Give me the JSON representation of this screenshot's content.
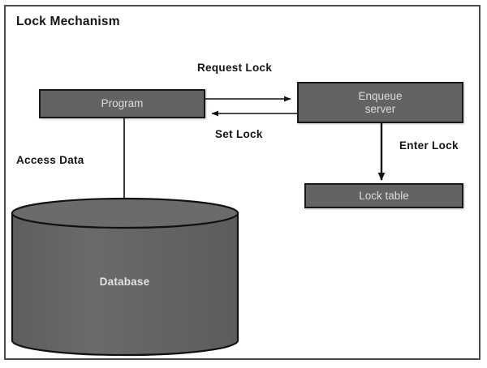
{
  "diagram": {
    "title": "Lock Mechanism",
    "nodes": {
      "program": {
        "label": "Program"
      },
      "enqueue_server": {
        "label_line1": "Enqueue",
        "label_line2": "server"
      },
      "lock_table": {
        "label": "Lock table"
      },
      "database": {
        "label": "Database"
      }
    },
    "edges": {
      "request_lock": "Request Lock",
      "set_lock": "Set Lock",
      "enter_lock": "Enter Lock",
      "access_data": "Access Data"
    },
    "colors": {
      "node_fill": "#636363",
      "node_stroke": "#17181c",
      "node_text": "#dcdcdc",
      "frame_stroke": "#4b4b52",
      "label_text": "#141414",
      "background": "#ffffff"
    }
  }
}
